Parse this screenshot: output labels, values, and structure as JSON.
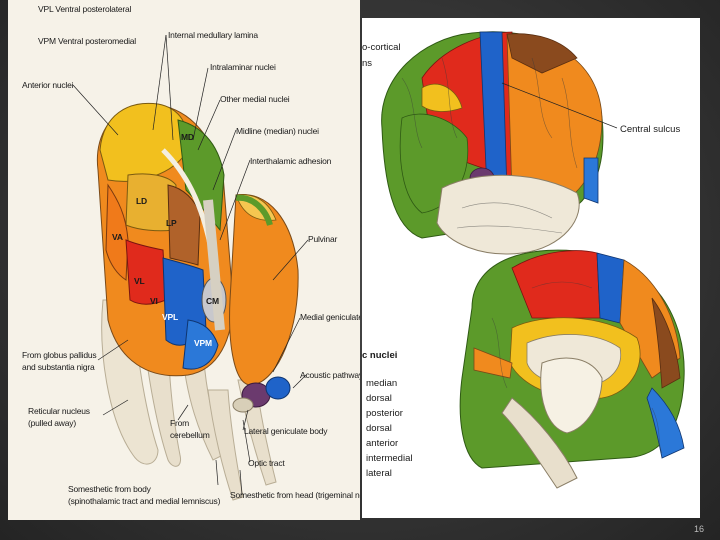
{
  "slide": {
    "page_number": "16"
  },
  "left_figure": {
    "labels_top": [
      "VPL  Ventral posterolateral",
      "VPM  Ventral posteromedial"
    ],
    "callouts": {
      "internal_medullary_lamina": "Internal medullary lamina",
      "intralaminar_nuclei": "Intralaminar nuclei",
      "other_medial_nuclei": "Other medial nuclei",
      "midline_nuclei": "Midline (median) nuclei",
      "interthalamic_adhesion": "Interthalamic adhesion",
      "anterior_nuclei": "Anterior nuclei",
      "pulvinar": "Pulvinar",
      "medial_geniculate": "Medial geniculate body",
      "acoustic_pathway": "Acoustic pathway",
      "from_globus_line1": "From globus pallidus",
      "from_globus_line2": "and substantia nigra",
      "reticular_line1": "Reticular nucleus",
      "reticular_line2": "(pulled away)",
      "from_cerebellum_line1": "From",
      "from_cerebellum_line2": "cerebellum",
      "lateral_geniculate": "Lateral geniculate body",
      "optic_tract": "Optic tract",
      "somesthetic_body_line1": "Somesthetic from body",
      "somesthetic_body_line2": "(spinothalamic tract and medial lemniscus)",
      "somesthetic_head": "Somesthetic from head (trigeminal nerve)"
    },
    "nuclei_marks": [
      "MD",
      "LD",
      "LP",
      "VA",
      "VL",
      "VI",
      "VPL",
      "VPM",
      "CM"
    ]
  },
  "right_figure": {
    "title_partial": [
      "o-cortical",
      "ns"
    ],
    "central_sulcus": "Central sulcus",
    "nuclei_header": "c nuclei",
    "legend": [
      "median",
      "dorsal",
      "posterior",
      "dorsal",
      "anterior",
      "intermedial",
      "lateral"
    ]
  },
  "colors": {
    "yellow": "#f2c01e",
    "orange": "#f08a1e",
    "red": "#e02a1c",
    "blue": "#1f63c9",
    "green": "#5c9a2a",
    "brown": "#8a4a1e",
    "purple": "#6b3a6e",
    "cream": "#efe8d8"
  }
}
